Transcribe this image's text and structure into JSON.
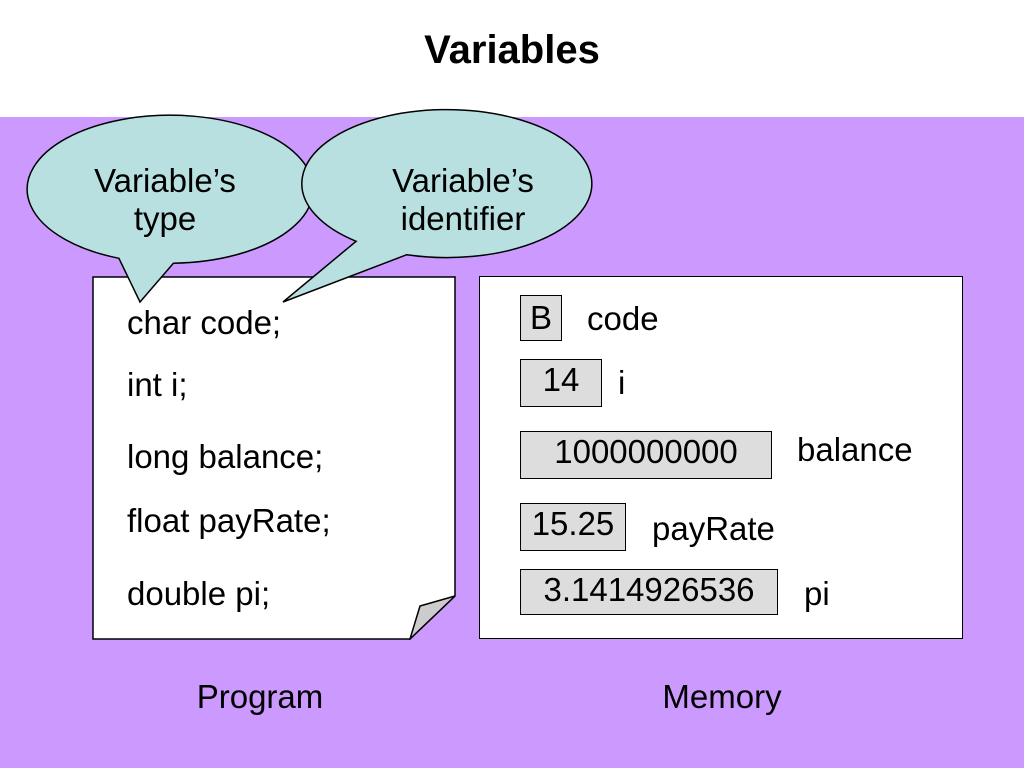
{
  "title": "Variables",
  "callouts": {
    "type_label": [
      "Variable’s",
      "type"
    ],
    "identifier_label": [
      "Variable’s",
      "identifier"
    ]
  },
  "program": {
    "lines": [
      "char code;",
      "int i;",
      "long balance;",
      "float payRate;",
      "double pi;"
    ],
    "caption": "Program"
  },
  "memory": {
    "cells": [
      {
        "value": "B",
        "name": "code"
      },
      {
        "value": "14",
        "name": "i"
      },
      {
        "value": "1000000000",
        "name": "balance"
      },
      {
        "value": "15.25",
        "name": "payRate"
      },
      {
        "value": "3.1414926536",
        "name": "pi"
      }
    ],
    "caption": "Memory"
  },
  "colors": {
    "background": "#cc99ff",
    "callout_fill": "#b9e0e0",
    "cell_fill": "#dddddd"
  }
}
